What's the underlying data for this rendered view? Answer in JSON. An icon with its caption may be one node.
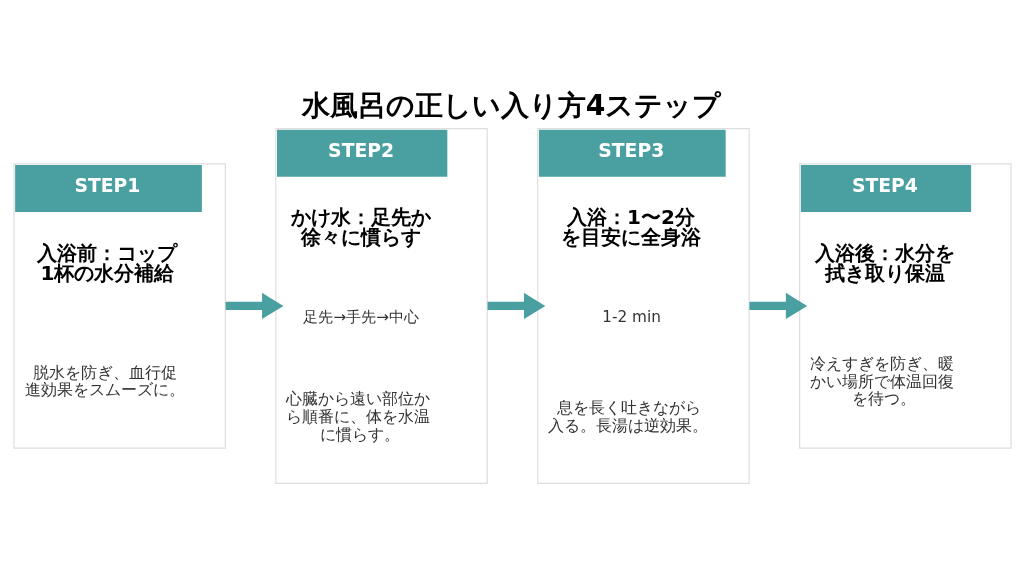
{
  "diagram": {
    "title": "水風呂の正しい入り方4ステップ",
    "nodes": [
      {
        "text": [
          "STEP1",
          "入浴前：コップ1杯の水分補給",
          "脱水を防ぎ、血行促進効果をスムーズに。"
        ]
      },
      {
        "text": [
          "STEP2",
          "かけ水：足先か徐々に慣らす",
          "足先→手先→中心",
          "心臓から遠い部位から順番に、体を水温に慣らす。"
        ]
      },
      {
        "text": [
          "STEP3",
          "入浴：1〜2分を目安に全身浴",
          "1-2 min",
          "息を長く吐きながら入る。長湯は逆効果。"
        ]
      },
      {
        "text": [
          "STEP4",
          "入浴後：水分を拭き取り保温",
          "冷えすぎを防ぎ、暖かい場所で体温回復を待つ。"
        ]
      }
    ],
    "edges": [
      {
        "from": 0,
        "to": 1,
        "arrow": "to"
      },
      {
        "from": 1,
        "to": 2,
        "arrow": "to"
      },
      {
        "from": 2,
        "to": 3,
        "arrow": "to"
      }
    ]
  }
}
